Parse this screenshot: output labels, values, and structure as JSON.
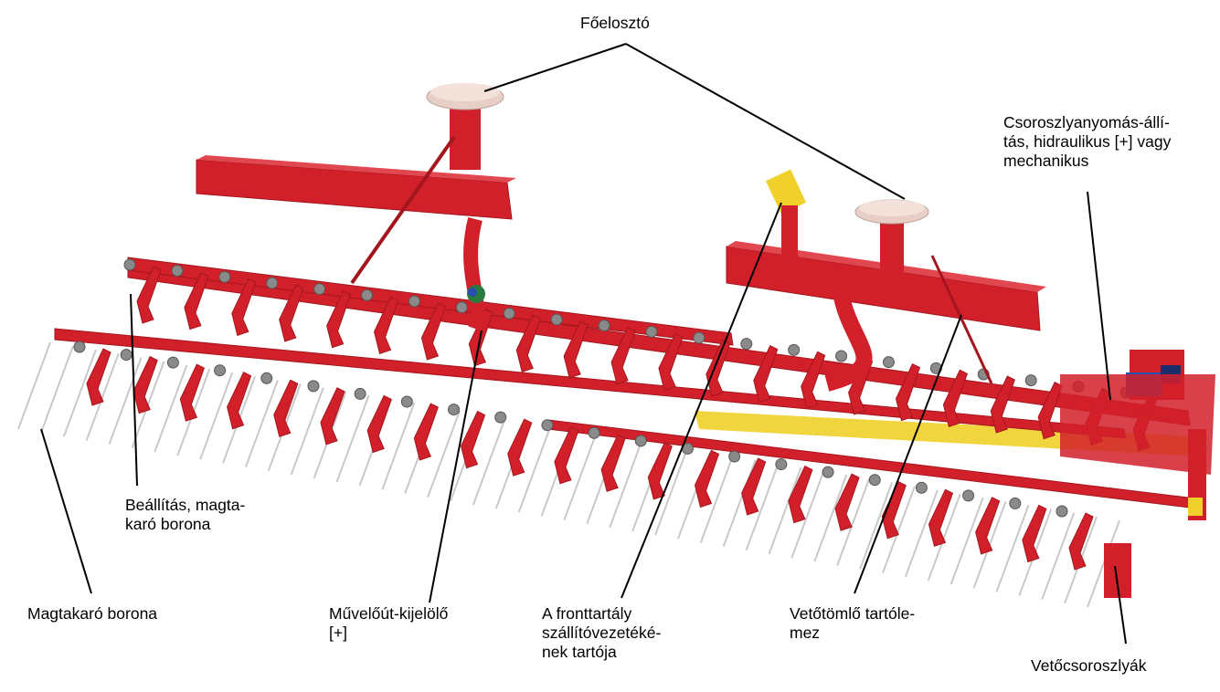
{
  "labels": {
    "main_distributor": "Főelosztó",
    "coulter_pressure": [
      "Csoroszlyanyomás-állí-",
      "tás, hidraulikus [+] vagy",
      "mechanikus"
    ],
    "harrow_setting": [
      "Beállítás, magta-",
      "karó borona"
    ],
    "cover_harrow": "Magtakaró borona",
    "tramline_marker": [
      "Művelőút-kijelölő",
      "[+]"
    ],
    "front_tank_holder": [
      "A fronttartály",
      "szállítóvezetéké-",
      "nek tartója"
    ],
    "seed_hose_plate": [
      "Vetőtömlő tartóle-",
      "mez"
    ],
    "seed_coulters": "Vetőcsoroszlyák"
  },
  "colors": {
    "frame_red": "#d2202a",
    "frame_dark": "#a3161d",
    "tine_grey": "#c9c9c9",
    "hydraulic_yellow": "#f0d02a",
    "distributor_head": "#e8cfc6"
  }
}
